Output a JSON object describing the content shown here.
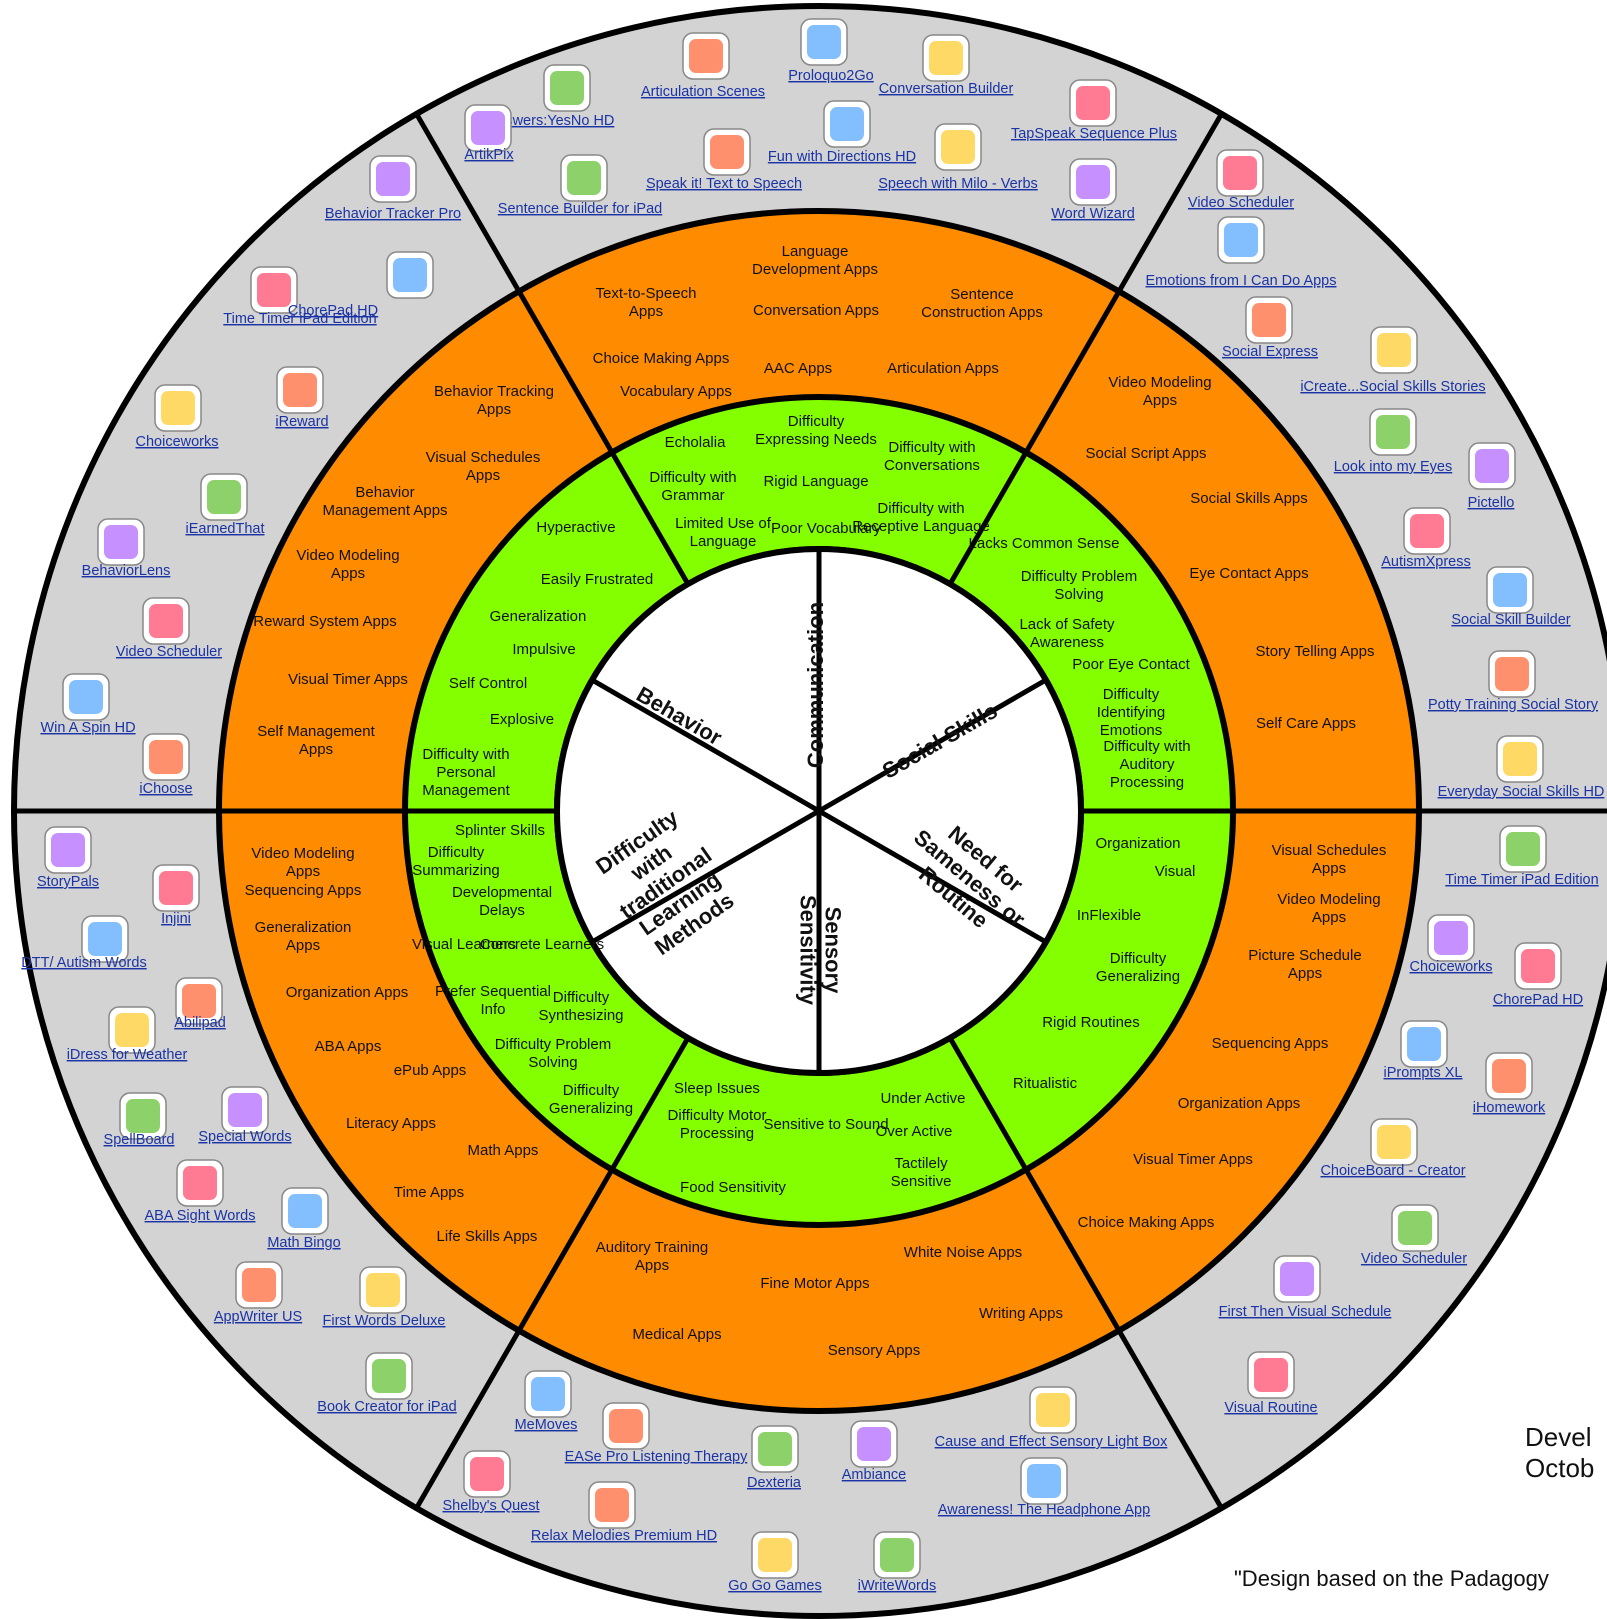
{
  "colors": {
    "outer_ring": "#d3d3d3",
    "apps_ring": "#ff8c00",
    "needs_ring": "#84ff00",
    "core": "#ffffff",
    "lines": "#000000",
    "app_link": "#1a33a6"
  },
  "core_sectors": [
    "Communication",
    "Social Skills",
    "Need for Sameness or Routine",
    "Sensory Sensitivity",
    "Difficulty with traditional Learning Methods",
    "Behavior"
  ],
  "inner_ring": [
    "Difficulty Expressing Needs",
    "Echolalia",
    "Difficulty with Conversations",
    "Difficulty with Grammar",
    "Rigid Language",
    "Difficulty with Receptive Language",
    "Limited Use of Language",
    "Poor Vocabulary",
    "Lacks Common Sense",
    "Difficulty Problem Solving",
    "Lack of Safety Awareness",
    "Poor Eye Contact",
    "Difficulty Identifying Emotions",
    "Difficulty with Auditory Processing",
    "Organization",
    "Visual",
    "InFlexible",
    "Difficulty Generalizing",
    "Rigid Routines",
    "Ritualistic",
    "Sleep Issues",
    "Under Active",
    "Difficulty Motor Processing",
    "Sensitive to Sound",
    "Over Active",
    "Tactilely Sensitive",
    "Food Sensitivity",
    "Splinter Skills",
    "Difficulty Summarizing",
    "Developmental Delays",
    "Visual Learners",
    "Concrete Learners",
    "Prefer Sequential Info",
    "Difficulty Synthesizing",
    "Difficulty Problem Solving",
    "Difficulty Generalizing",
    "Hyperactive",
    "Easily Frustrated",
    "Generalization",
    "Impulsive",
    "Self Control",
    "Explosive",
    "Difficulty with Personal Management"
  ],
  "middle_ring": [
    "Language Development Apps",
    "Text-to-Speech Apps",
    "Conversation Apps",
    "Sentence Construction Apps",
    "Choice Making Apps",
    "AAC Apps",
    "Articulation Apps",
    "Vocabulary Apps",
    "Video Modeling Apps",
    "Social Script Apps",
    "Social Skills Apps",
    "Eye Contact Apps",
    "Story Telling Apps",
    "Self Care Apps",
    "Visual Schedules Apps",
    "Video Modeling Apps",
    "Picture Schedule Apps",
    "Sequencing Apps",
    "Organization Apps",
    "Visual Timer Apps",
    "Choice Making Apps",
    "Auditory Training Apps",
    "White Noise Apps",
    "Fine Motor Apps",
    "Writing Apps",
    "Medical Apps",
    "Sensory Apps",
    "Video Modeling Apps",
    "Sequencing Apps",
    "Generalization Apps",
    "Organization Apps",
    "ABA Apps",
    "ePub Apps",
    "Literacy Apps",
    "Math Apps",
    "Time Apps",
    "Life Skills Apps",
    "Behavior Tracking Apps",
    "Visual Schedules Apps",
    "Behavior Management Apps",
    "Video Modeling Apps",
    "Reward System Apps",
    "Visual Timer Apps",
    "Self Management Apps"
  ],
  "apps": [
    "Proloquo2Go",
    "Articulation Scenes",
    "Conversation Builder",
    "Answers:YesNo HD",
    "ArtikPix",
    "TapSpeak Sequence Plus",
    "Fun with Directions HD",
    "Speak it! Text to Speech",
    "Speech with Milo - Verbs",
    "Sentence Builder for iPad",
    "Word Wizard",
    "Video Scheduler",
    "Emotions from I Can Do Apps",
    "Social Express",
    "iCreate...Social Skills Stories",
    "Look into my Eyes",
    "Pictello",
    "AutismXpress",
    "Social Skill Builder",
    "Potty Training Social Story",
    "Everyday Social Skills HD",
    "Time Timer iPad Edition",
    "Choiceworks",
    "ChorePad HD",
    "iPrompts XL",
    "iHomework",
    "ChoiceBoard - Creator",
    "Video Scheduler",
    "First Then Visual Schedule",
    "Visual Routine",
    "MeMoves",
    "EASe Pro Listening Therapy",
    "Cause and Effect Sensory Light Box",
    "Dexteria",
    "Ambiance",
    "Shelby's Quest",
    "Awareness! The Headphone App",
    "Relax Melodies Premium HD",
    "Go Go Games",
    "iWriteWords",
    "StoryPals",
    "Injini",
    "DTT/ Autism Words",
    "Abilipad",
    "iDress for Weather",
    "SpellBoard",
    "Special Words",
    "ABA Sight Words",
    "Math Bingo",
    "AppWriter US",
    "First Words Deluxe",
    "Book Creator for iPad",
    "Behavior Tracker Pro",
    "Time Timer iPad Edition",
    "ChorePad HD",
    "iReward",
    "Choiceworks",
    "iEarnedThat",
    "BehaviorLens",
    "Video Scheduler",
    "Win A Spin HD",
    "iChoose"
  ],
  "icon_names": [
    "proloquo2go-owl-icon",
    "articulation-scenes-icon",
    "conversation-builder-icon",
    "yes-no-icon",
    "artikpix-face-icon",
    "tapspeak-speech-bubble-icon",
    "fun-monkey-icon",
    "speak-it-icon",
    "speech-milo-icon",
    "sentence-builder-icon",
    "word-wizard-icon",
    "video-scheduler-icon",
    "emotions-girl-icon",
    "social-express-icon",
    "icreate-stories-icon",
    "look-into-eyes-icon",
    "pictello-icon",
    "autismxpress-face-icon",
    "social-skill-builder-icon",
    "potty-training-icon",
    "everyday-social-skills-icon",
    "time-timer-icon",
    "choiceworks-icon",
    "chorepad-icon",
    "iprompts-icon",
    "ihomework-icon",
    "choiceboard-icon",
    "video-scheduler-icon",
    "first-then-icon",
    "visual-routine-icon",
    "memoves-icon",
    "ease-pro-icon",
    "light-box-icon",
    "dexteria-hand-icon",
    "ambiance-icon",
    "shelbys-quest-icon",
    "headphone-app-icon",
    "relax-melodies-icon",
    "go-go-games-icon",
    "iwritewords-icon",
    "storypals-lion-icon",
    "injini-icon",
    "dtt-words-icon",
    "abilipad-icon",
    "idress-weather-icon",
    "spellboard-icon",
    "special-words-icon",
    "aba-owl-icon",
    "math-bingo-icon",
    "appwriter-icon",
    "first-words-icon",
    "book-creator-icon",
    "behavior-tracker-icon",
    "time-timer-icon",
    "chorepad-icon",
    "ireward-icon",
    "choiceworks-icon",
    "iearnedthat-icon",
    "behaviorlens-icon",
    "video-scheduler-icon",
    "win-a-spin-icon",
    "ichoose-icon"
  ],
  "credits": {
    "developed": "Devel\nOctob",
    "design": "\"Design based on the Padagogy"
  }
}
